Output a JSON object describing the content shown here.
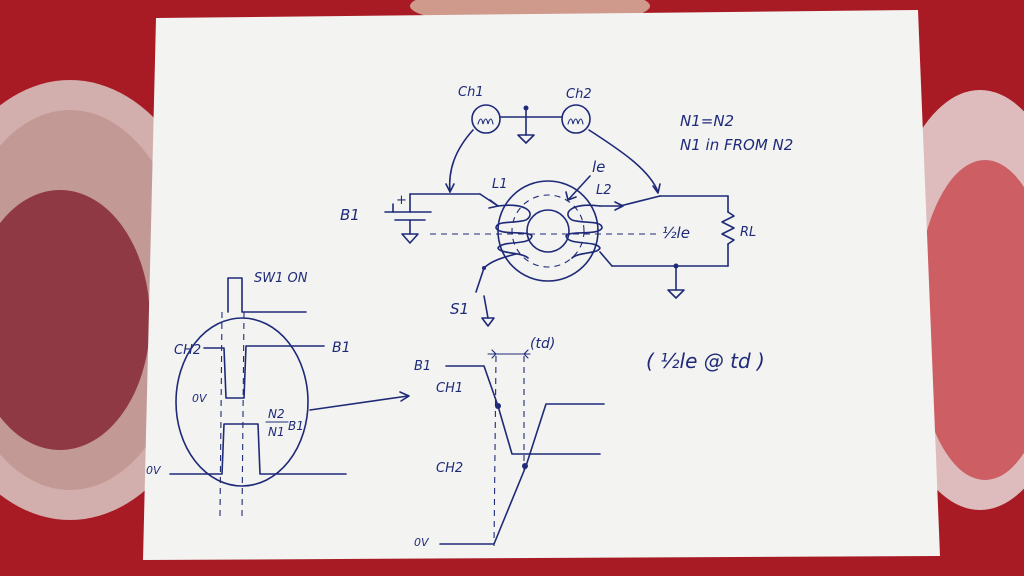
{
  "colors": {
    "ink": "#1e2a78",
    "paper": "#f3f3f1",
    "tablecloth": "#b7202a"
  },
  "labels": {
    "ch1": "Ch1",
    "ch2": "Ch2",
    "b1": "B1",
    "l1": "L1",
    "l2": "L2",
    "le": "le",
    "half_le": "½le",
    "rl": "RL",
    "s1": "S1",
    "plus": "+",
    "note_line1": "N1=N2",
    "note_line2": "N1 in FROM N2",
    "sw1_on": "SW1 ON",
    "ch2_left": "CH2",
    "b1_left": "B1",
    "ov_left": "0V",
    "ov_bottom_left": "0V",
    "ratio_num": "N2",
    "ratio_den": "N1",
    "ratio_b": "B1",
    "td": "(td)",
    "b1_right": "B1",
    "ch1_right": "CH1",
    "ch2_right": "CH2",
    "ov_right": "0V",
    "formula": "( ½le @ td )"
  }
}
